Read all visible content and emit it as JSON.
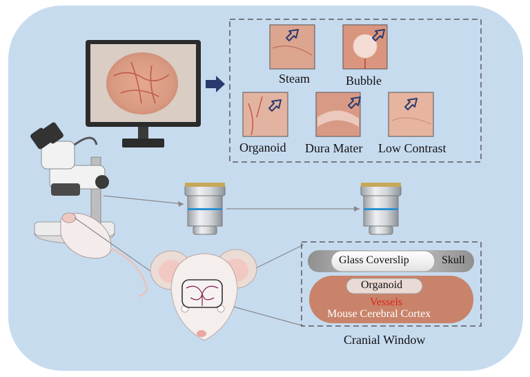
{
  "artifacts": {
    "title": "",
    "items": [
      {
        "label": "Steam",
        "icon": "arrow-icon"
      },
      {
        "label": "Bubble",
        "icon": "arrow-icon"
      },
      {
        "label": "Organoid",
        "icon": "arrow-icon"
      },
      {
        "label": "Dura Mater",
        "icon": "arrow-icon"
      },
      {
        "label": "Low Contrast",
        "icon": "arrow-icon"
      }
    ]
  },
  "cranial_window": {
    "title": "Cranial Window",
    "layers": {
      "glass": "Glass Coverslip",
      "skull": "Skull",
      "organoid": "Organoid",
      "vessels": "Vessels",
      "cortex": "Mouse Cerebral Cortex"
    }
  },
  "colors": {
    "background": "#c7dbef",
    "vessels": "#d8261e",
    "cortex": "#c9836a",
    "arrow": "#2a3a6e"
  }
}
